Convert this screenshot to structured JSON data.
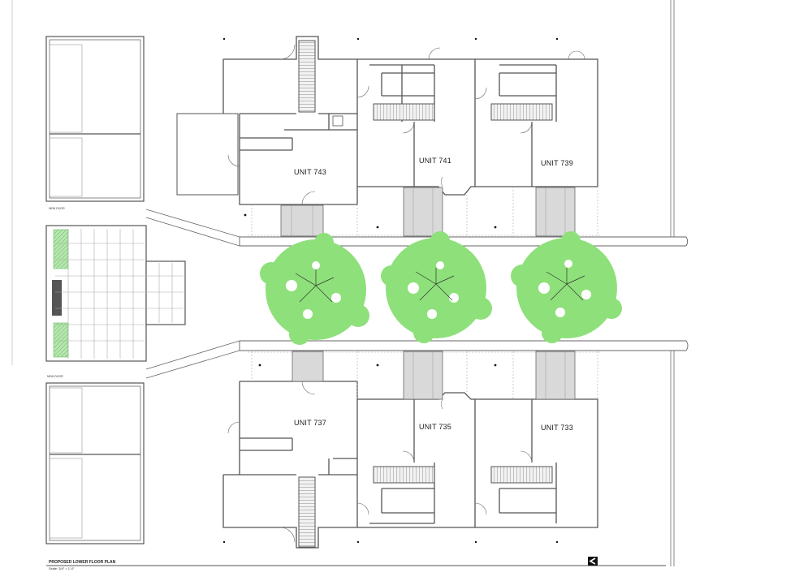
{
  "units": {
    "u743": "UNIT 743",
    "u741": "UNIT 741",
    "u739": "UNIT 739",
    "u737": "UNIT 737",
    "u735": "UNIT 735",
    "u733": "UNIT 733"
  },
  "notes": {
    "new_door_top": "NEW DOOR",
    "new_door_bottom": "NEW DOOR"
  },
  "title_block": {
    "title": "PROPOSED LOWER FLOOR PLAN",
    "scale": "Scale: 3/4\" = 1'-0\""
  },
  "icons": [
    "north-arrow-icon",
    "tree-icon"
  ],
  "colors": {
    "wall": "#555555",
    "tree": "#8ee07a",
    "stair_fill": "#d9d9d9",
    "tile_green": "#b7e6b0"
  }
}
